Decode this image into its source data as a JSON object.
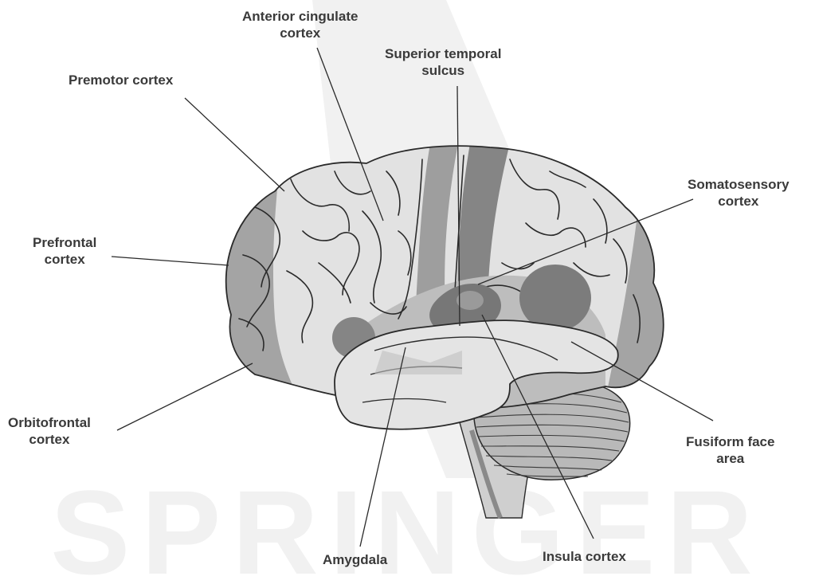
{
  "colors": {
    "brain_light": "#e3e3e3",
    "brain_mid": "#a4a4a4",
    "brain_dark": "#888888",
    "outline": "#2a2a2a",
    "watermark": "#f1f1f1"
  },
  "watermark_text": "SPRINGER",
  "labels": {
    "premotor": [
      "Premotor cortex"
    ],
    "anterior_cingulate": [
      "Anterior cingulate",
      "cortex"
    ],
    "superior_temporal": [
      "Superior temporal",
      "sulcus"
    ],
    "somatosensory": [
      "Somatosensory",
      "cortex"
    ],
    "prefrontal": [
      "Prefrontal",
      "cortex"
    ],
    "orbitofrontal": [
      "Orbitofrontal",
      "cortex"
    ],
    "fusiform": [
      "Fusiform face",
      "area"
    ],
    "insula": [
      "Insula cortex"
    ],
    "amygdala": [
      "Amygdala"
    ]
  }
}
